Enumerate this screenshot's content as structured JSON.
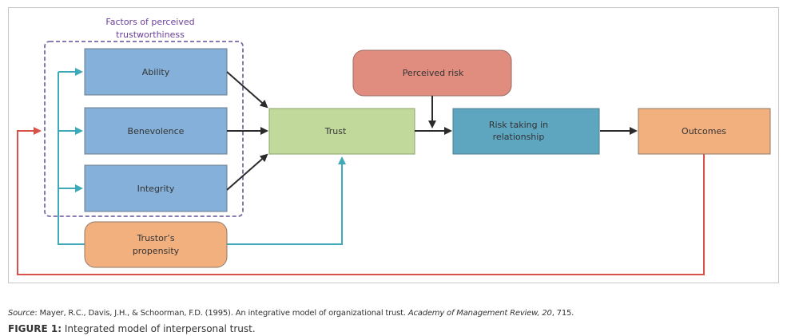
{
  "diagram": {
    "group_label_line1": "Factors of perceived",
    "group_label_line2": "trustworthiness",
    "nodes": {
      "ability": "Ability",
      "benevolence": "Benevolence",
      "integrity": "Integrity",
      "trust": "Trust",
      "perceived_risk": "Perceived risk",
      "risk_taking_line1": "Risk taking in",
      "risk_taking_line2": "relationship",
      "outcomes": "Outcomes",
      "propensity_line1": "Trustor’s",
      "propensity_line2": "propensity"
    },
    "colors": {
      "factor_fill": "#85b0d9",
      "trust_fill": "#c2d99c",
      "risk_fill": "#e08d80",
      "risk_taking_fill": "#5ea5c0",
      "outcome_fill": "#f2b07f",
      "group_border": "#7a6aa8",
      "group_label": "#6a3f9a",
      "teal_arrow": "#3ea9b9",
      "red_arrow": "#d9524a",
      "black_arrow": "#2b2b2b"
    }
  },
  "caption": {
    "source_label": "Source",
    "source_text": ": Mayer, R.C., Davis, J.H., & Schoorman, F.D. (1995). An integrative model of organizational trust. ",
    "journal": "Academy of Management Review, 20",
    "pages": ", 715.",
    "figure_label": "FIGURE 1:",
    "figure_title": " Integrated model of interpersonal trust."
  }
}
